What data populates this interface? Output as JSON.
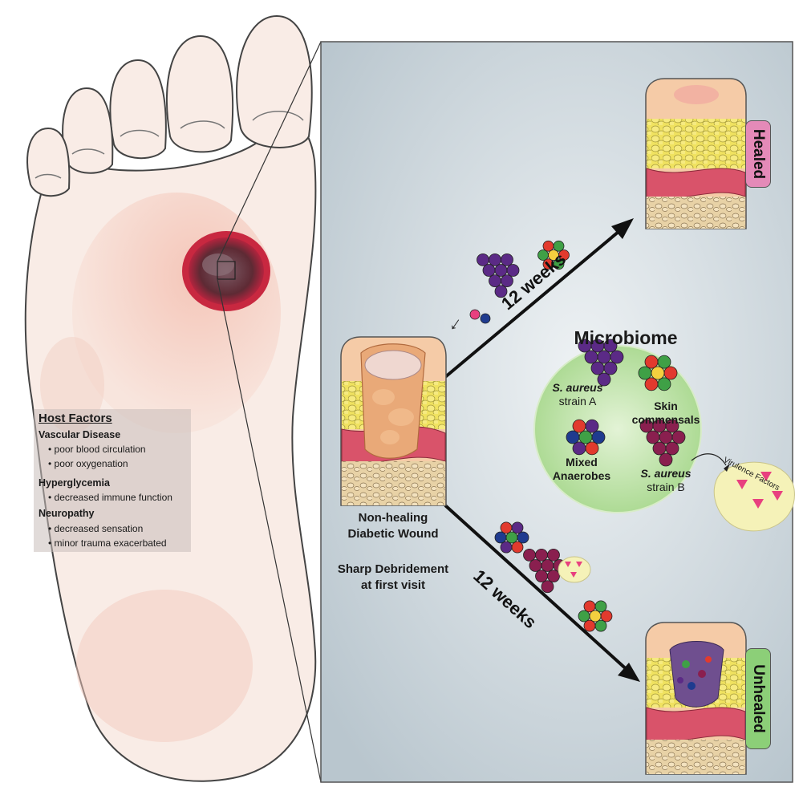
{
  "host_factors": {
    "title": "Host Factors",
    "groups": [
      {
        "heading": "Vascular Disease",
        "items": [
          "• poor blood circulation",
          "• poor oxygenation"
        ]
      },
      {
        "heading": "Hyperglycemia",
        "items": [
          "• decreased immune function"
        ]
      },
      {
        "heading": "Neuropathy",
        "items": [
          "• decreased sensation",
          "• minor trauma exacerbated"
        ]
      }
    ]
  },
  "wound": {
    "name_line1": "Non-healing",
    "name_line2": "Diabetic Wound",
    "treatment_line1": "Sharp Debridement",
    "treatment_line2": "at first visit"
  },
  "outcomes": {
    "upper_duration": "12 weeks",
    "lower_duration": "12 weeks",
    "healed": "Healed",
    "unhealed": "Unhealed"
  },
  "microbiome": {
    "title": "Microbiome",
    "saureus_a_name": "S. aureus",
    "saureus_a_strain": "strain A",
    "skin_line1": "Skin",
    "skin_line2": "commensals",
    "mixed_line1": "Mixed",
    "mixed_line2": "Anaerobes",
    "saureus_b_name": "S. aureus",
    "saureus_b_strain": "strain B",
    "virulence": "Virulence Factors"
  },
  "colors": {
    "panel_bg": "#c8d3da",
    "microbiome_green": "#b8e0a0",
    "healed_badge": "#e48ab8",
    "unhealed_badge": "#8ccf78",
    "saureus_a": "#5b2a86",
    "saureus_b": "#8a1f4f",
    "skin_red": "#e23a2e",
    "skin_green": "#3fa046",
    "skin_yellow": "#f4d03f",
    "anaerobe_blue": "#1f3b8f",
    "virulence_pink": "#e8407f"
  }
}
